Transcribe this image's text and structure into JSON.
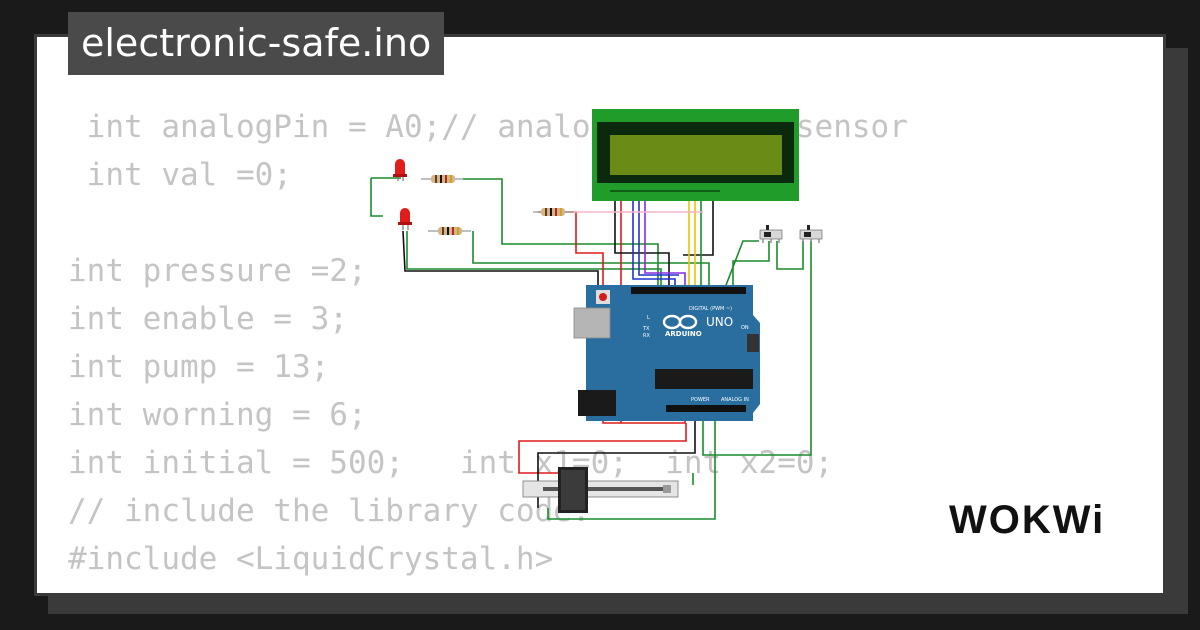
{
  "project": {
    "filename": "electronic-safe.ino"
  },
  "code_lines": [
    " int analogPin = A0;// analog pressure sensor",
    " int val =0;",
    "",
    "int pressure =2;",
    "int enable = 3;",
    "int pump = 13;",
    "int worning = 6;",
    "int initial = 500;   int x1=0;  int x2=0;",
    "// include the library code:",
    "#include <LiquidCrystal.h>"
  ],
  "board": {
    "brand": "ARDUINO",
    "model": "UNO",
    "digital_label": "DIGITAL (PWM ~)",
    "power_label": "POWER",
    "analog_label": "ANALOG IN",
    "tx_label": "TX",
    "rx_label": "RX",
    "l_label": "L",
    "on_label": "ON"
  },
  "brand": {
    "logo_text": "WOKWi"
  },
  "colors": {
    "background": "#1a1a1a",
    "card": "#ffffff",
    "tab": "#4a4a4a",
    "code_text": "#c4c4c4",
    "board": "#2a6ea0",
    "lcd_pcb": "#1f9c2a",
    "lcd_screen": "#6a8c16",
    "wire_green": "#1a8c2a",
    "wire_red": "#dd1b1b",
    "wire_black": "#111111",
    "wire_blue": "#2233cc",
    "wire_yellow": "#e8c400",
    "wire_purple": "#8a2be2"
  }
}
